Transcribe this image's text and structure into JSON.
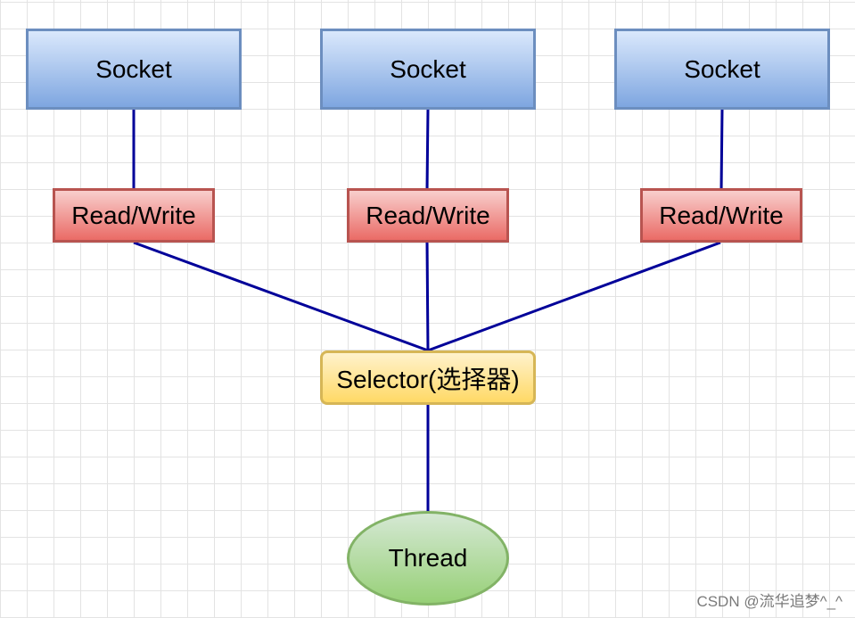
{
  "diagram": {
    "sockets": [
      "Socket",
      "Socket",
      "Socket"
    ],
    "read_write": [
      "Read/Write",
      "Read/Write",
      "Read/Write"
    ],
    "selector": "Selector(选择器)",
    "thread": "Thread"
  },
  "watermark": "CSDN @流华追梦^_^",
  "colors": {
    "edge": "#000099",
    "socket_fill": "#7ea6e0",
    "socket_border": "#6c8ebf",
    "rw_fill": "#ea6b66",
    "rw_border": "#b85450",
    "selector_fill": "#ffd966",
    "selector_border": "#d6b656",
    "thread_fill": "#97d077",
    "thread_border": "#82b366"
  }
}
